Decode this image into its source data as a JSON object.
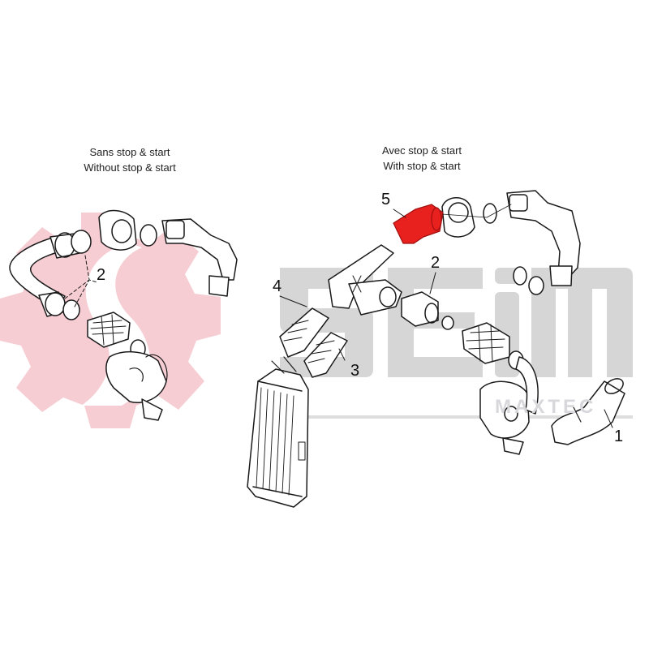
{
  "left_variant": {
    "caption_fr": "Sans stop & start",
    "caption_en": "Without stop & start",
    "callouts": [
      {
        "label": "2"
      }
    ]
  },
  "right_variant": {
    "caption_fr": "Avec stop & start",
    "caption_en": "With stop & start",
    "callouts": [
      {
        "label": "5",
        "part": "highlighted-hose"
      },
      {
        "label": "2"
      },
      {
        "label": "4"
      },
      {
        "label": "3"
      },
      {
        "label": "1"
      }
    ]
  },
  "watermarks": {
    "brand": "SEIM",
    "sub_brand": "MAXTEC"
  },
  "colors": {
    "highlight": "#e8201e",
    "watermark_gray": "#d4d4d4",
    "watermark_pink": "#f6cdd3",
    "line": "#1a1a1a"
  }
}
